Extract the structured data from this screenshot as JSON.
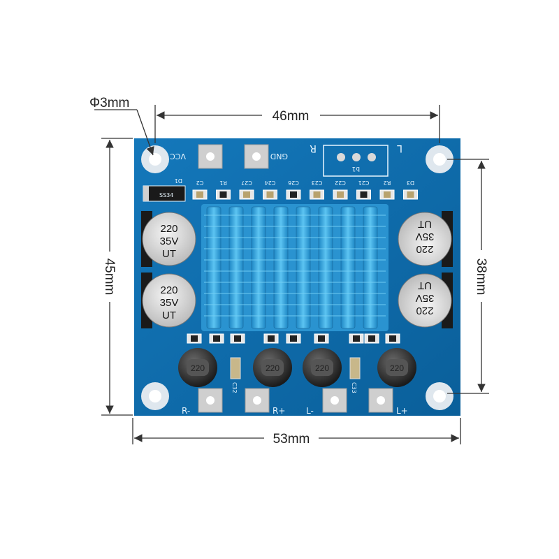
{
  "dimensions": {
    "hole_diameter": "Φ3mm",
    "hole_spacing_width": "46mm",
    "board_height": "45mm",
    "hole_spacing_height": "38mm",
    "board_width": "53mm"
  },
  "silkscreen": {
    "vcc": "VCC",
    "gnd": "GND",
    "right_channel": "R",
    "left_channel": "L",
    "pot_label": "b1",
    "r_minus": "R-",
    "r_plus": "R+",
    "l_minus": "L-",
    "l_plus": "L+",
    "top_refs": [
      "C2",
      "R1",
      "C27",
      "C24",
      "C26",
      "C23",
      "C22",
      "C21",
      "R2",
      "D3"
    ],
    "diode_label": "D1",
    "diode_marking": "SS34",
    "bottom_refs": [
      "C32",
      "C33"
    ]
  },
  "capacitor_marking": {
    "value": "220",
    "voltage": "35V",
    "brand": "UT"
  },
  "inductor_marking": "220",
  "colors": {
    "pcb": "#0d6fb0",
    "heatsink": "#38a8e0",
    "pad": "#c9c9c9",
    "dimension_line": "#333333"
  }
}
